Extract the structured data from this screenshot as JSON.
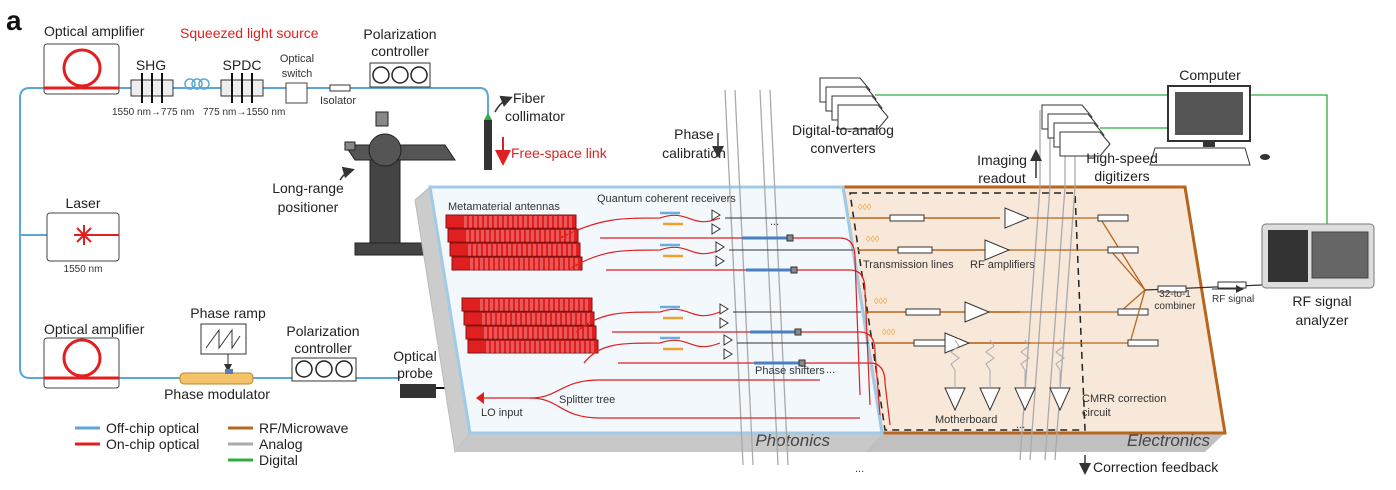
{
  "panel_label": "a",
  "source": {
    "optical_amplifier_top": "Optical amplifier",
    "squeezed_light_source": "Squeezed light source",
    "shg": "SHG",
    "shg_wavelength": "1550 nm→775 nm",
    "spdc": "SPDC",
    "spdc_wavelength": "775 nm→1550 nm",
    "optical_switch": [
      "Optical",
      "switch"
    ],
    "isolator": "Isolator",
    "polarization_controller_top": [
      "Polarization",
      "controller"
    ],
    "fiber_collimator": [
      "Fiber",
      "collimator"
    ],
    "free_space_link": "Free-space link",
    "long_range_positioner": [
      "Long-range",
      "positioner"
    ],
    "laser": "Laser",
    "laser_wavelength": "1550 nm",
    "optical_amplifier_bottom": "Optical amplifier",
    "phase_ramp": "Phase ramp",
    "phase_modulator": "Phase modulator",
    "polarization_controller_bottom": [
      "Polarization",
      "controller"
    ],
    "optical_probe": [
      "Optical",
      "probe"
    ]
  },
  "chip": {
    "metamaterial_antennas": "Metamaterial antennas",
    "quantum_coherent_receivers": "Quantum coherent receivers",
    "phase_shifters": "Phase shifters",
    "lo_input": "LO input",
    "splitter_tree": "Splitter tree",
    "photonics": "Photonics",
    "electronics": "Electronics",
    "transmission_lines": "Transmission lines",
    "rf_amplifiers": "RF amplifiers",
    "motherboard": "Motherboard",
    "cmrr": [
      "CMRR correction",
      "circuit"
    ],
    "combiner": [
      "32-to-1",
      "combiner"
    ],
    "rf_signal": "RF signal",
    "ellipsis": "..."
  },
  "instruments": {
    "phase_calibration": [
      "Phase",
      "calibration"
    ],
    "dac": [
      "Digital-to-analog",
      "converters"
    ],
    "computer": "Computer",
    "imaging_readout": [
      "Imaging",
      "readout"
    ],
    "digitizers": [
      "High-speed",
      "digitizers"
    ],
    "rf_signal_analyzer": [
      "RF signal",
      "analyzer"
    ],
    "correction_feedback": "Correction feedback"
  },
  "legend": [
    {
      "label": "Off-chip optical",
      "color": "#5aa7d8"
    },
    {
      "label": "On-chip optical",
      "color": "#e02020"
    },
    {
      "label": "RF/Microwave",
      "color": "#b8651e"
    },
    {
      "label": "Analog",
      "color": "#aaaaaa"
    },
    {
      "label": "Digital",
      "color": "#2fae3c"
    }
  ]
}
